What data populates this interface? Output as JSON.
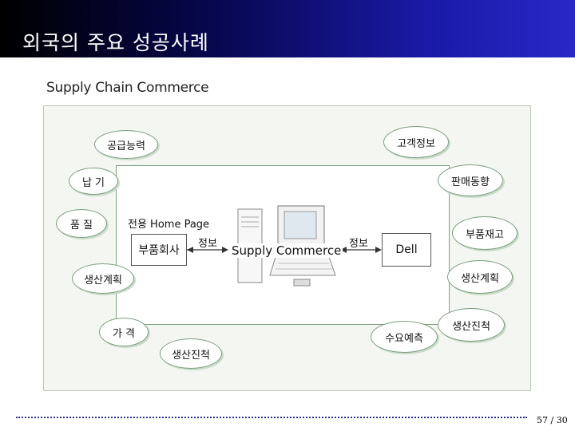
{
  "header": {
    "title": "외국의 주요 성공사례"
  },
  "diagram": {
    "title": "Supply Chain Commerce",
    "home_page_label": "전용 Home Page",
    "left_box": "부품회사",
    "center_label": "Supply Commerce",
    "right_box": "Dell",
    "arrow_left_label": "정보",
    "arrow_right_label": "정보",
    "left_bubbles": [
      "공급능력",
      "납 기",
      "품 질",
      "생산계획",
      "가 격",
      "생산진척"
    ],
    "right_bubbles": [
      "고객정보",
      "판매동향",
      "부품재고",
      "생산계획",
      "생산진척",
      "수요예측"
    ]
  },
  "footer": {
    "page": "57 / 30"
  },
  "colors": {
    "header_start": "#000000",
    "header_end": "#2828c8",
    "bubble_border": "#7d9d7f",
    "frame_bg": "#f4f7f1"
  }
}
